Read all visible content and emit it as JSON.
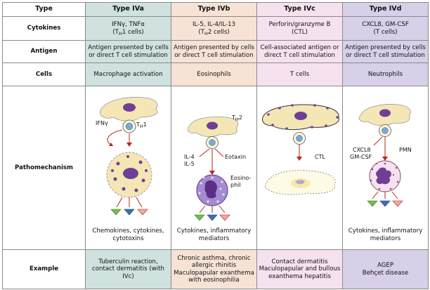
{
  "header": {
    "type_label": "Type",
    "types": [
      "Type IVa",
      "Type IVb",
      "Type IVc",
      "Type IVd"
    ]
  },
  "rows": {
    "cytokines": {
      "label": "Cytokines",
      "a_line1": "IFNγ, TNFα",
      "a_line2_pre": "(T",
      "a_line2_sub": "H",
      "a_line2_post": "1 cells)",
      "b_line1": "IL-5, IL-4/IL-13",
      "b_line2_pre": "(T",
      "b_line2_sub": "H",
      "b_line2_post": "2 cells)",
      "c_line1": "Perforin/granzyme B",
      "c_line2": "(CTL)",
      "d_line1": "CXCL8, GM-CSF",
      "d_line2": "(T cells)"
    },
    "antigen": {
      "label": "Antigen",
      "a": "Antigen presented by cells or direct T cell stimulation",
      "b": "Antigen presented by cells or direct T cell stimulation",
      "c": "Cell-associated antigen or direct T cell stimulation",
      "d": "Antigen presented by cells or direct T cell stimulation"
    },
    "cells": {
      "label": "Cells",
      "a": "Macrophage activation",
      "b": "Eosinophils",
      "c": "T cells",
      "d": "Neutrophils"
    },
    "pathomechanism": {
      "label": "Pathomechanism",
      "a_ifn": "IFNγ",
      "a_th_pre": "T",
      "a_th_sub": "H",
      "a_th_post": "1",
      "a_caption": "Chemokines, cytokines, cytotoxins",
      "b_th_pre": "T",
      "b_th_sub": "H",
      "b_th_post": "2",
      "b_il4": "IL-4",
      "b_il5": "IL-5",
      "b_eotaxin": "Eotaxin",
      "b_eosino1": "Eosino-",
      "b_eosino2": "phil",
      "b_caption": "Cytokines, inflammatory mediators",
      "c_ctl": "CTL",
      "d_cxcl8": "CXCL8",
      "d_gmcsf": "GM-CSF",
      "d_pmn": "PMN",
      "d_caption": "Cytokines, inflammatory mediators"
    },
    "example": {
      "label": "Example",
      "a": "Tuberculin reaction, contact dermatitis (with IVc)",
      "b": "Chronic asthma, chronic allergic rhinitis Maculopapular exanthema with eosinophilia",
      "c": "Contact dermatitis Maculopapular and bullous exanthema hepatitis",
      "d_line1": "AGEP",
      "d_line2": "Behçet disease"
    }
  },
  "colors": {
    "type_a": "#cfe2df",
    "type_b": "#f6e3d6",
    "type_c": "#f6e2ee",
    "type_d": "#d8cfe8",
    "apc_cell": "#f5e6b5",
    "nucleus": "#6f3f98",
    "arrow": "#b3261e",
    "triangle_green": "#6fbf4a",
    "triangle_blue": "#3b6fb6",
    "triangle_red": "#f4a7a0"
  }
}
